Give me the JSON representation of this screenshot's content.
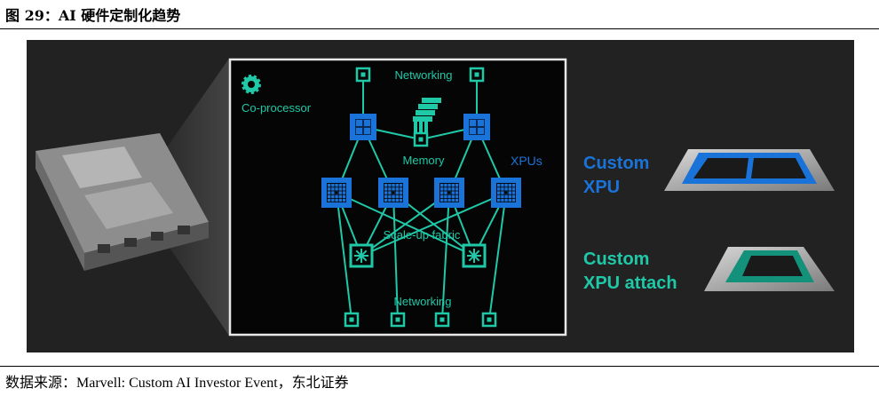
{
  "figure": {
    "title": "图 29：AI 硬件定制化趋势",
    "source": "数据来源：Marvell: Custom AI Investor Event，东北证券"
  },
  "diagram": {
    "coprocessor_label": "Co-processor",
    "networking_top_label": "Networking",
    "memory_label": "Memory",
    "xpus_label": "XPUs",
    "fabric_label": "Scale-up fabric",
    "networking_bottom_label": "Networking",
    "custom_xpu_label_1": "Custom",
    "custom_xpu_label_2": "XPU",
    "custom_attach_label_1": "Custom",
    "custom_attach_label_2": "XPU attach",
    "colors": {
      "teal": "#1fc9a8",
      "blue": "#1a73d8",
      "panel": "#222222",
      "frame": "#000000"
    }
  }
}
